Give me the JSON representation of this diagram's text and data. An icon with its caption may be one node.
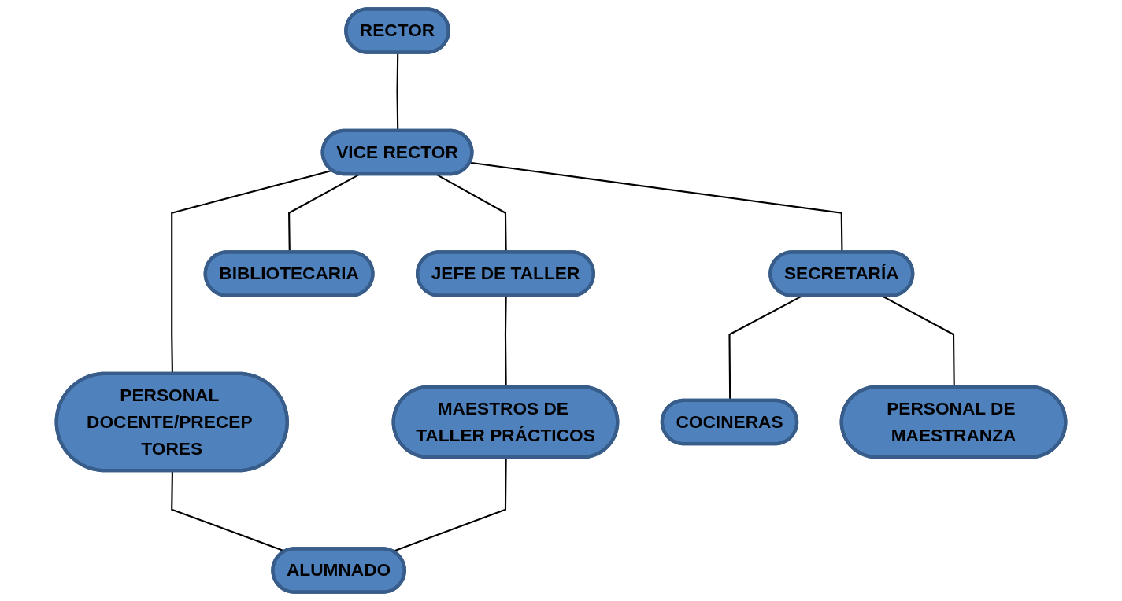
{
  "diagram": {
    "nodes": [
      {
        "text": [
          "RECTOR"
        ]
      },
      {
        "text": [
          "VICE RECTOR"
        ]
      },
      {
        "text": [
          "JEFE DE TALLER"
        ]
      },
      {
        "text": [
          "BIBLIOTECARIA"
        ]
      },
      {
        "text": [
          "SECRETARÍA"
        ]
      },
      {
        "text": [
          "PERSONAL DOCENTE/PRECEP TORES"
        ]
      },
      {
        "text": [
          "MAESTROS DE TALLER PRÁCTICOS"
        ]
      },
      {
        "text": [
          "COCINERAS"
        ]
      },
      {
        "text": [
          "PERSONAL DE MAESTRANZA"
        ]
      },
      {
        "text": [
          "ALUMNADO"
        ]
      }
    ],
    "edges": [
      {
        "from": 0,
        "to": 1,
        "arrow": "none"
      },
      {
        "from": 1,
        "to": 2,
        "arrow": "none"
      },
      {
        "from": 1,
        "to": 3,
        "arrow": "none"
      },
      {
        "from": 1,
        "to": 4,
        "arrow": "none"
      },
      {
        "from": 1,
        "to": 5,
        "arrow": "none"
      },
      {
        "from": 2,
        "to": 6,
        "arrow": "none"
      },
      {
        "from": 4,
        "to": 7,
        "arrow": "none"
      },
      {
        "from": 4,
        "to": 8,
        "arrow": "none"
      },
      {
        "from": 5,
        "to": 9,
        "arrow": "none"
      },
      {
        "from": 6,
        "to": 9,
        "arrow": "none"
      }
    ]
  }
}
